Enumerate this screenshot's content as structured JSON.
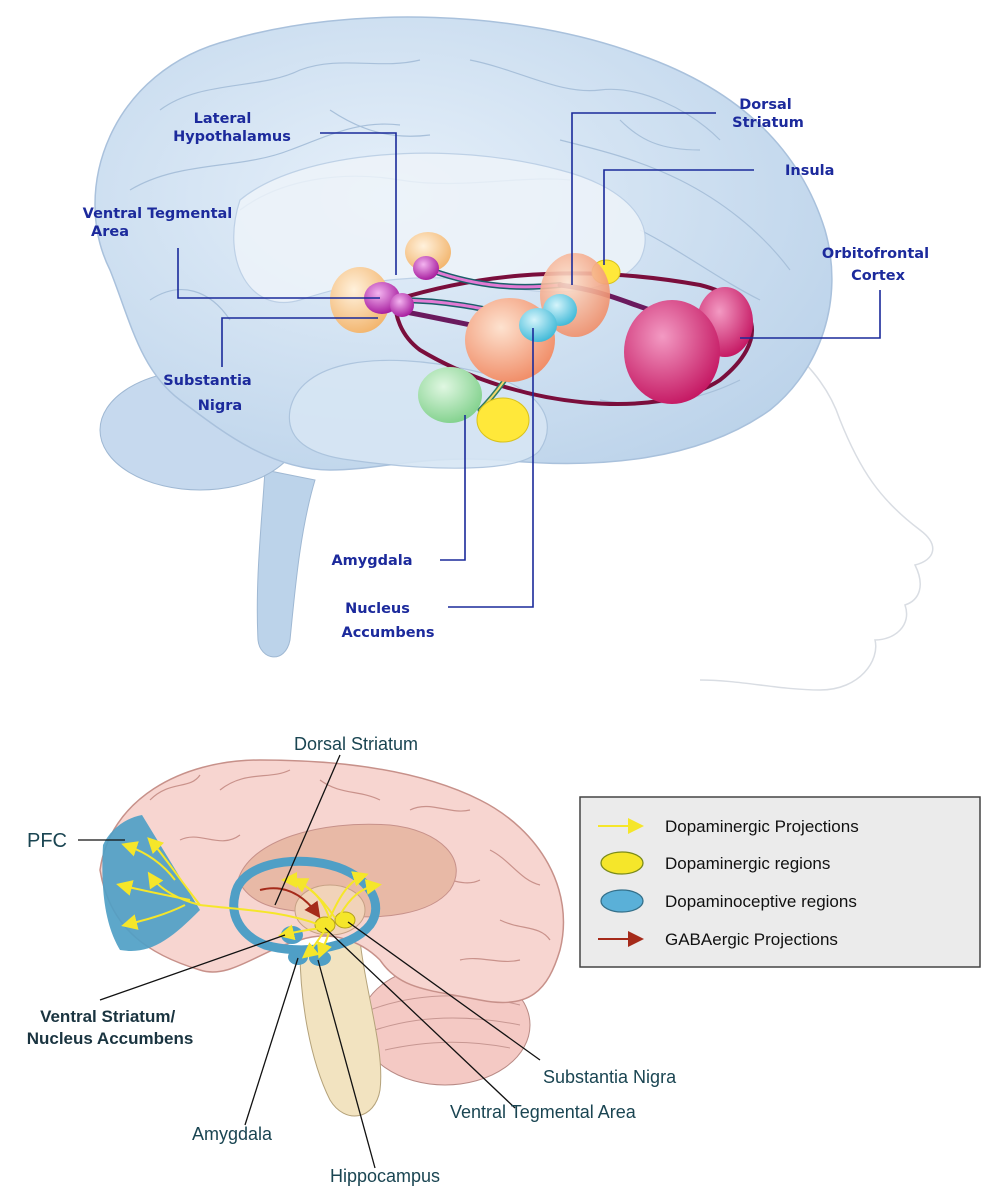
{
  "top_panel": {
    "labels": {
      "lateral_hypothalamus": [
        "Lateral",
        "Hypothalamus"
      ],
      "ventral_tegmental_area": [
        "Ventral Tegmental",
        "Area"
      ],
      "substantia_nigra": [
        "Substantia",
        "Nigra"
      ],
      "amygdala": "Amygdala",
      "nucleus_accumbens": [
        "Nucleus",
        "Accumbens"
      ],
      "dorsal_striatum": [
        "Dorsal",
        "Striatum"
      ],
      "insula": "Insula",
      "orbitofrontal_cortex": [
        "Orbitofrontal",
        "Cortex"
      ]
    },
    "colors": {
      "brain": "#cfe0f1",
      "label_text": "#1c2a9c",
      "vta": "#b0189a",
      "lateral_hypothalamus": "#f3b06a",
      "striatum": "#f6a07e",
      "nucleus_accumbens": "#7ad3e8",
      "amygdala": "#9fe0a6",
      "insula": "#ffe83a",
      "orbitofrontal": "#d21a72"
    }
  },
  "bottom_panel": {
    "labels": {
      "dorsal_striatum": "Dorsal Striatum",
      "pfc": "PFC",
      "ventral_striatum": [
        "Ventral Striatum/",
        "Nucleus Accumbens"
      ],
      "amygdala": "Amygdala",
      "hippocampus": "Hippocampus",
      "substantia_nigra": "Substantia Nigra",
      "ventral_tegmental_area": "Ventral Tegmental Area"
    },
    "legend": {
      "items": [
        {
          "label": "Dopaminergic Projections",
          "symbol": "arrow",
          "color": "#f5e62a"
        },
        {
          "label": "Dopaminergic regions",
          "symbol": "ellipse",
          "color": "#f5e62a"
        },
        {
          "label": "Dopaminoceptive regions",
          "symbol": "ellipse",
          "color": "#5ab0d8"
        },
        {
          "label": "GABAergic Projections",
          "symbol": "arrow",
          "color": "#a52a1a"
        }
      ]
    },
    "colors": {
      "brain": "#f7d5d0",
      "dopaminoceptive": "#4f9fc6",
      "dopaminergic": "#f5e62a",
      "gaba": "#a52a1a"
    }
  }
}
